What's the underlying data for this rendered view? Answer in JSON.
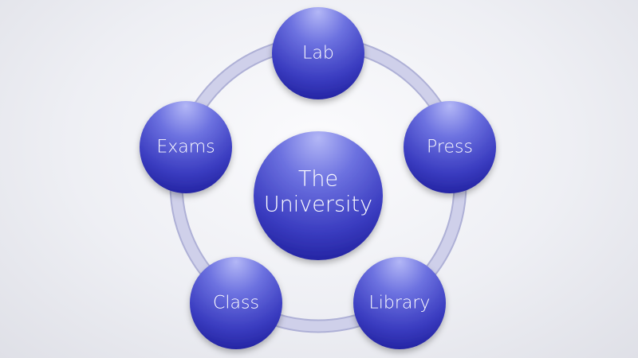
{
  "diagram": {
    "center": {
      "lines": [
        "The",
        "University"
      ]
    },
    "nodes": [
      {
        "id": "lab",
        "label": "Lab"
      },
      {
        "id": "press",
        "label": "Press"
      },
      {
        "id": "library",
        "label": "Library"
      },
      {
        "id": "class",
        "label": "Class"
      },
      {
        "id": "exams",
        "label": "Exams"
      }
    ],
    "colors": {
      "node_top": "#9ea3f0",
      "node_mid": "#5a5fd8",
      "node_bottom": "#2a2aa8",
      "ring": "#c9cae6",
      "ring_edge": "#aeb0d6",
      "label": "#ffffff"
    }
  }
}
